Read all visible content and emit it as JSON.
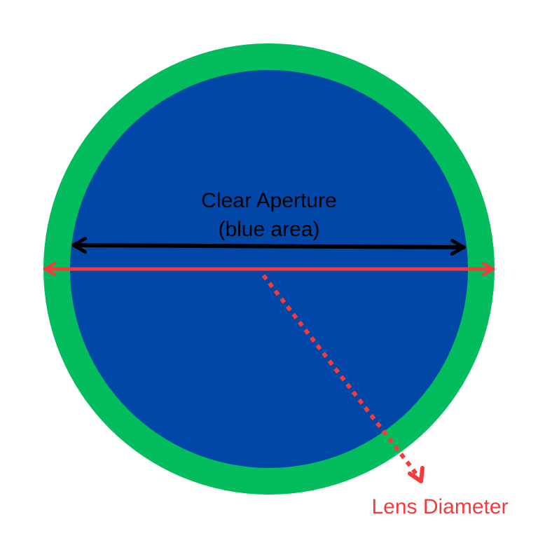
{
  "diagram": {
    "clear_aperture_label": "Clear Aperture",
    "clear_aperture_sublabel": "(blue area)",
    "lens_diameter_label": "Lens Diameter"
  },
  "colors": {
    "outer_ring": "#02BC5E",
    "clear_aperture": "#0047A8",
    "clear_aperture_arrow": "#000000",
    "lens_diameter_arrow": "#F43B3B",
    "background": "#FFFFFF"
  }
}
